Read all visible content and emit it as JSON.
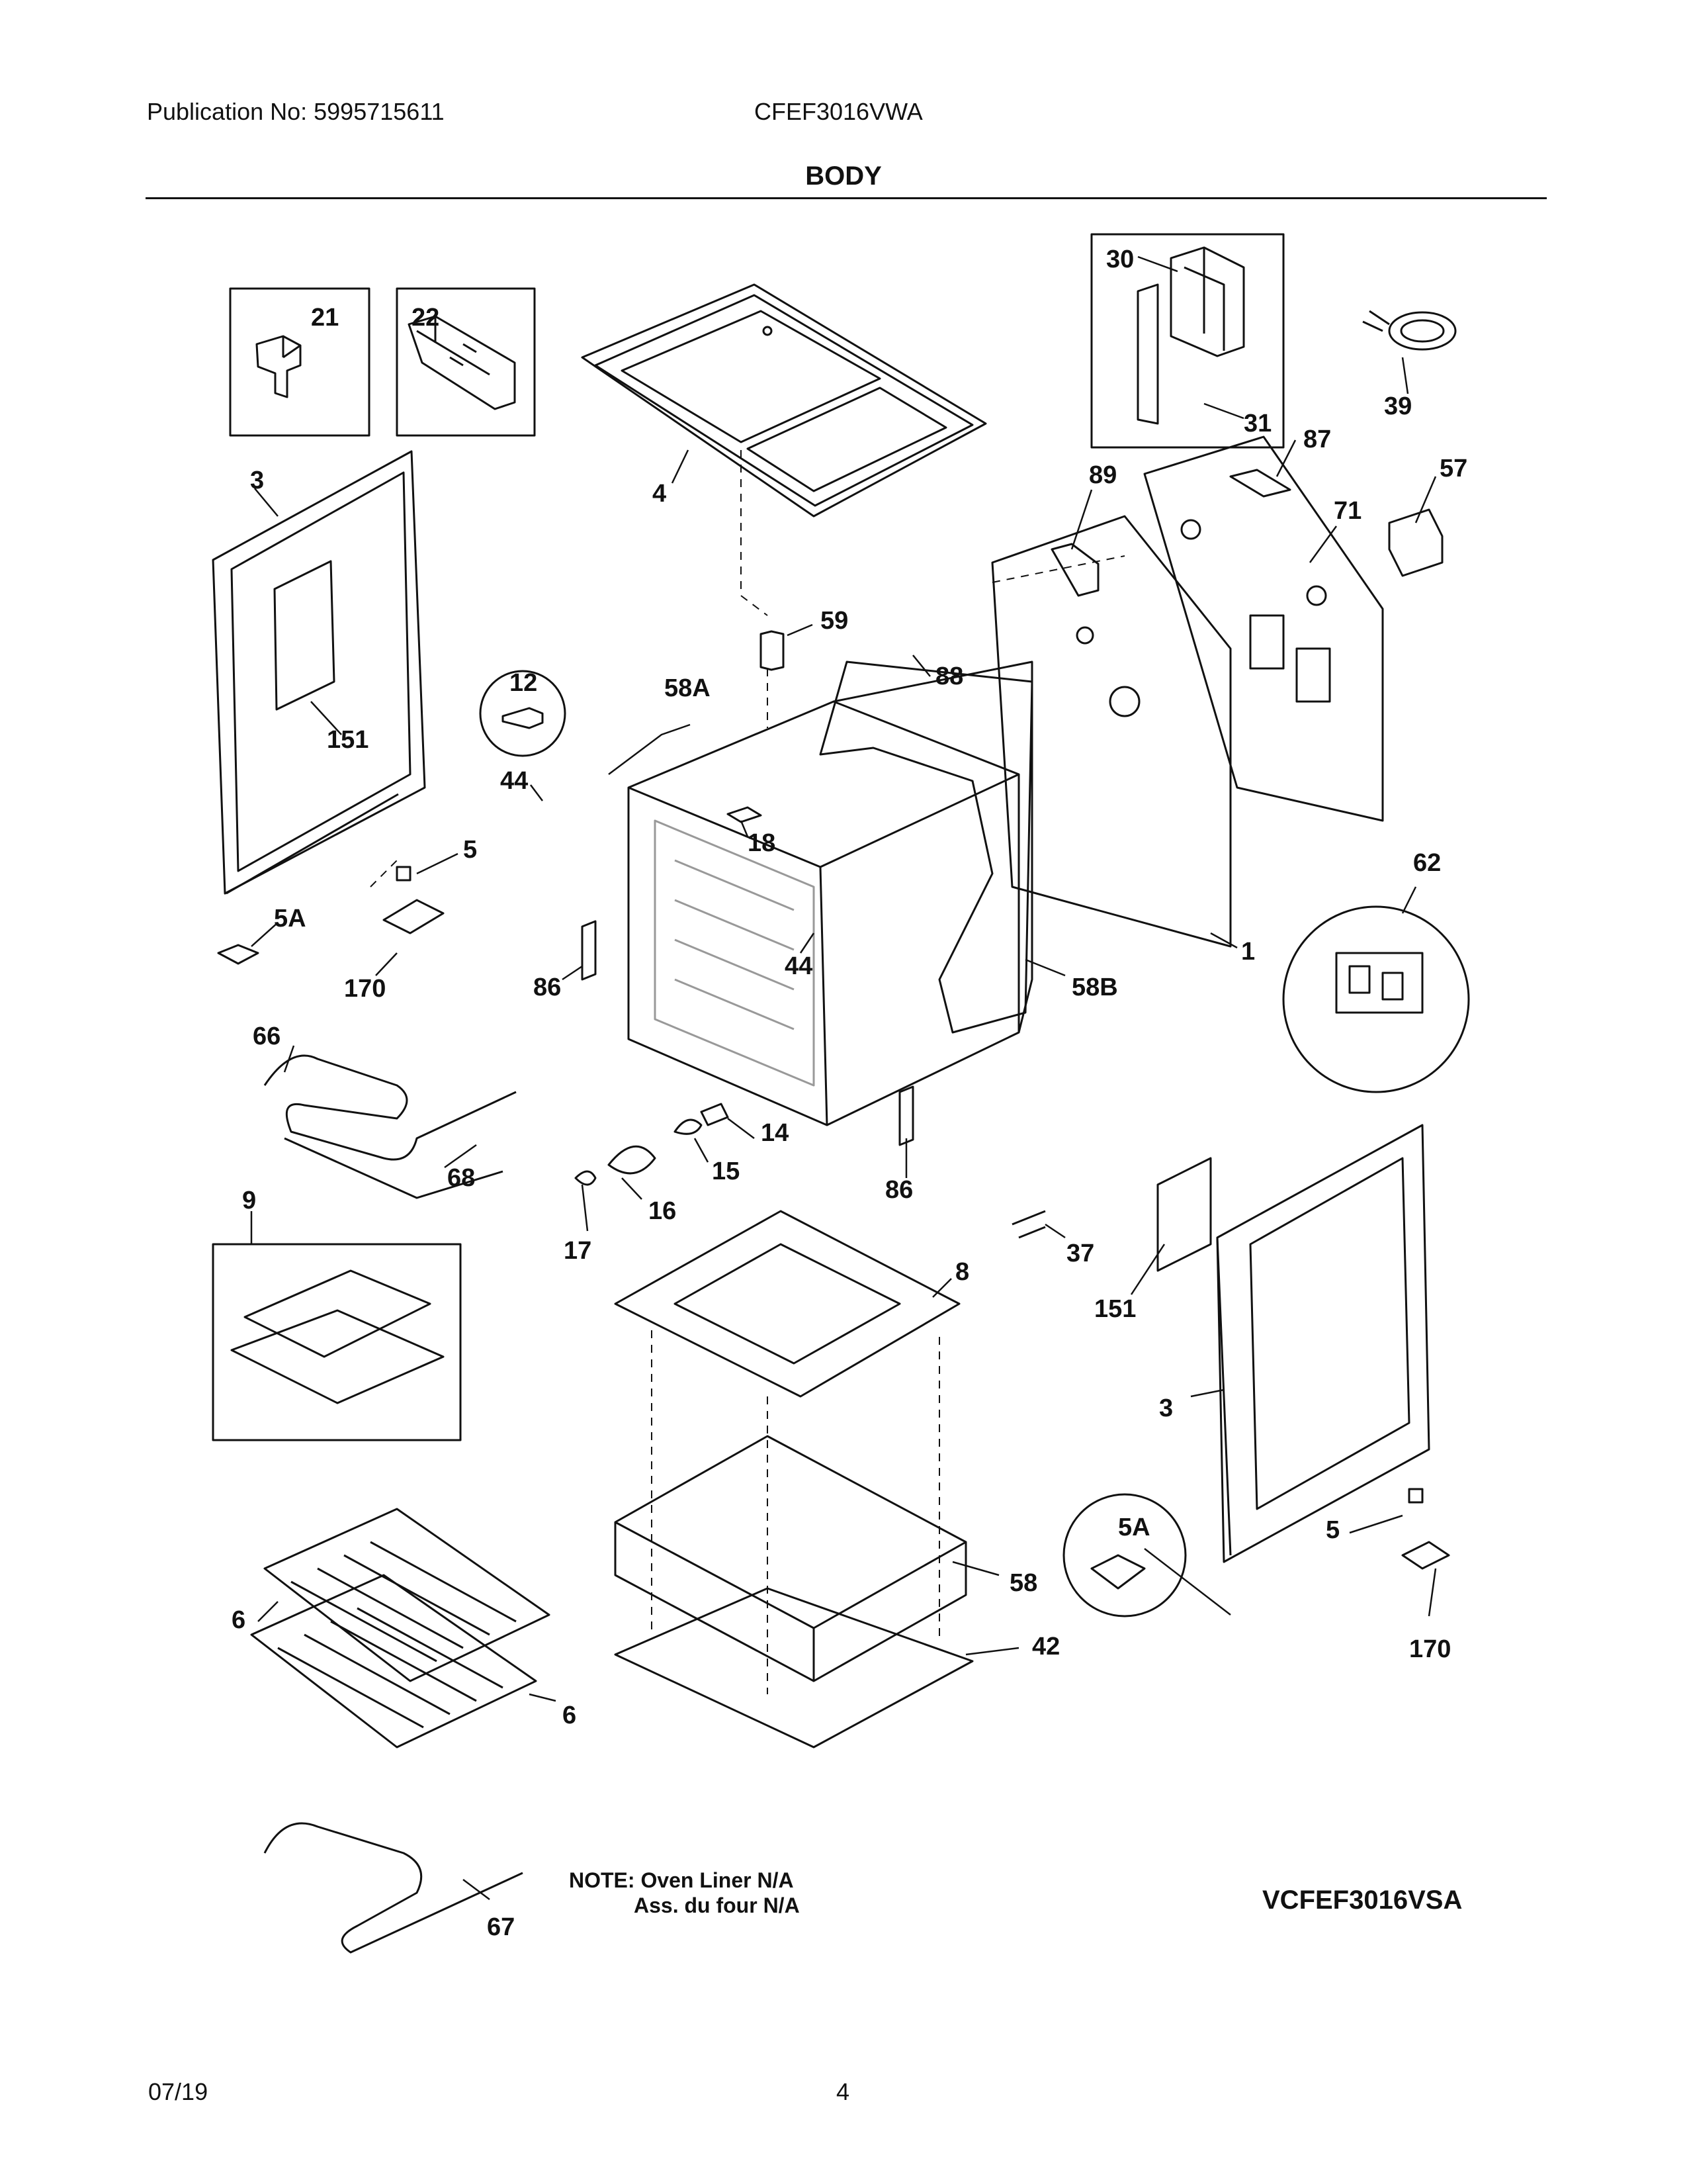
{
  "header": {
    "publication": "Publication No: 5995715611",
    "model": "CFEF3016VWA",
    "title": "BODY"
  },
  "callouts": {
    "c21": "21",
    "c22": "22",
    "c30": "30",
    "c31": "31",
    "c39": "39",
    "c3_left": "3",
    "c4": "4",
    "c87": "87",
    "c89": "89",
    "c57": "57",
    "c71": "71",
    "c59": "59",
    "c88": "88",
    "c12": "12",
    "c58A": "58A",
    "c44_left": "44",
    "c18": "18",
    "c151_left": "151",
    "c5_left": "5",
    "c5A_left": "5A",
    "c170_left": "170",
    "c86_left": "86",
    "c44_mid": "44",
    "c58B": "58B",
    "c1": "1",
    "c62": "62",
    "c66": "66",
    "c68": "68",
    "c14": "14",
    "c15": "15",
    "c16": "16",
    "c17": "17",
    "c86_right": "86",
    "c9": "9",
    "c8": "8",
    "c37": "37",
    "c151_right": "151",
    "c3_right": "3",
    "c5A_right": "5A",
    "c5_right": "5",
    "c170_right": "170",
    "c58": "58",
    "c42": "42",
    "c6_top": "6",
    "c6_bottom": "6",
    "c67": "67"
  },
  "note": {
    "line1": "NOTE: Oven Liner N/A",
    "line2": "Ass. du four N/A"
  },
  "variant_model": "VCFEF3016VSA",
  "footer": {
    "date": "07/19",
    "page": "4"
  }
}
